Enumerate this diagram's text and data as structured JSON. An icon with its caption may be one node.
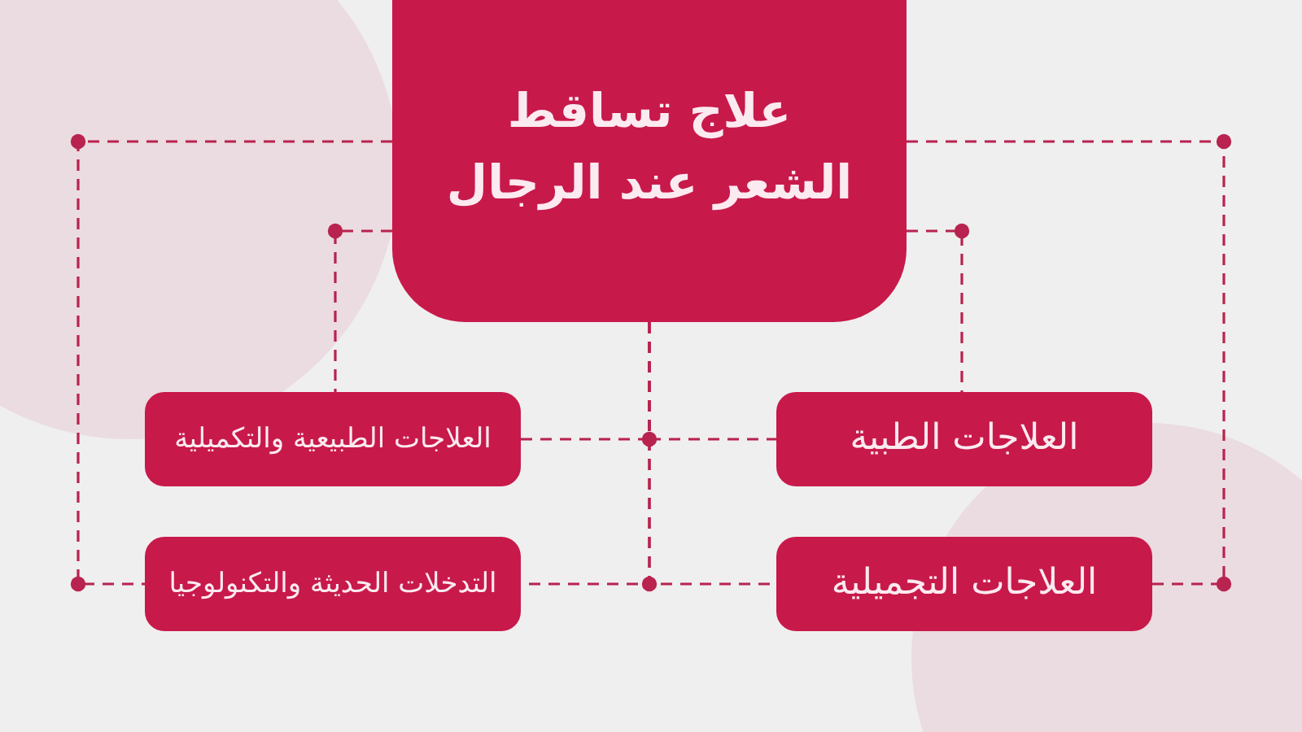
{
  "diagram": {
    "nodes": [
      {
        "text": [
          "علاج تساقط الشعر عند الرجال"
        ]
      },
      {
        "text": [
          "العلاجات الطبية"
        ]
      },
      {
        "text": [
          "العلاجات الطبيعية والتكميلية"
        ]
      },
      {
        "text": [
          "العلاجات التجميلية"
        ]
      },
      {
        "text": [
          "التدخلات الحديثة والتكنولوجيا"
        ]
      }
    ],
    "edges": [
      {
        "from": 0,
        "to": 1,
        "arrow": "none",
        "style": "dashed"
      },
      {
        "from": 0,
        "to": 2,
        "arrow": "none",
        "style": "dashed"
      },
      {
        "from": 0,
        "to": 3,
        "arrow": "none",
        "style": "dashed"
      },
      {
        "from": 0,
        "to": 4,
        "arrow": "none",
        "style": "dashed"
      },
      {
        "from": 0,
        "to": 1,
        "arrow": "none",
        "style": "dashed"
      },
      {
        "from": 0,
        "to": 2,
        "arrow": "none",
        "style": "dashed"
      },
      {
        "from": 0,
        "to": 3,
        "arrow": "none",
        "style": "dashed"
      },
      {
        "from": 0,
        "to": 4,
        "arrow": "none",
        "style": "dashed"
      }
    ]
  }
}
